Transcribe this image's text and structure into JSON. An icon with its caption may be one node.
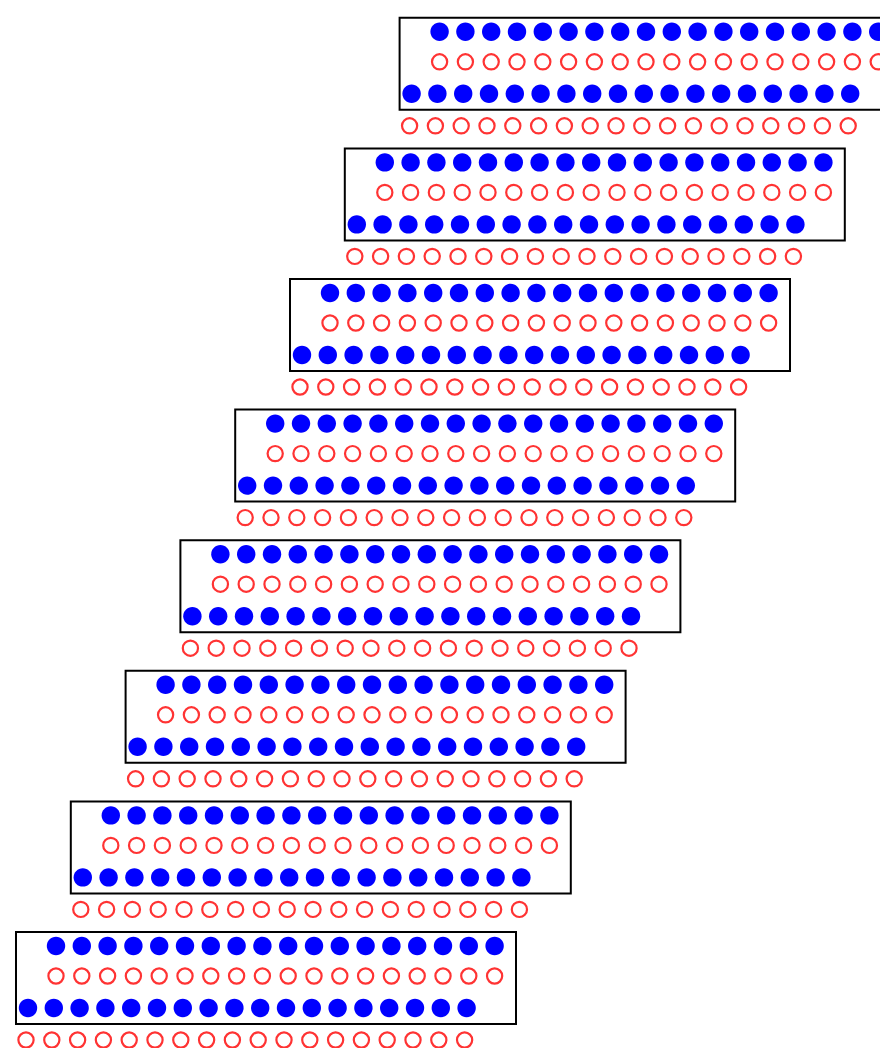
{
  "diagram": {
    "nodes": [
      {
        "text": [],
        "shape": "box"
      },
      {
        "text": [],
        "shape": "box"
      },
      {
        "text": [],
        "shape": "box"
      },
      {
        "text": [],
        "shape": "box"
      },
      {
        "text": [],
        "shape": "box"
      },
      {
        "text": [],
        "shape": "box"
      },
      {
        "text": [],
        "shape": "box"
      },
      {
        "text": [],
        "shape": "box"
      }
    ]
  }
}
